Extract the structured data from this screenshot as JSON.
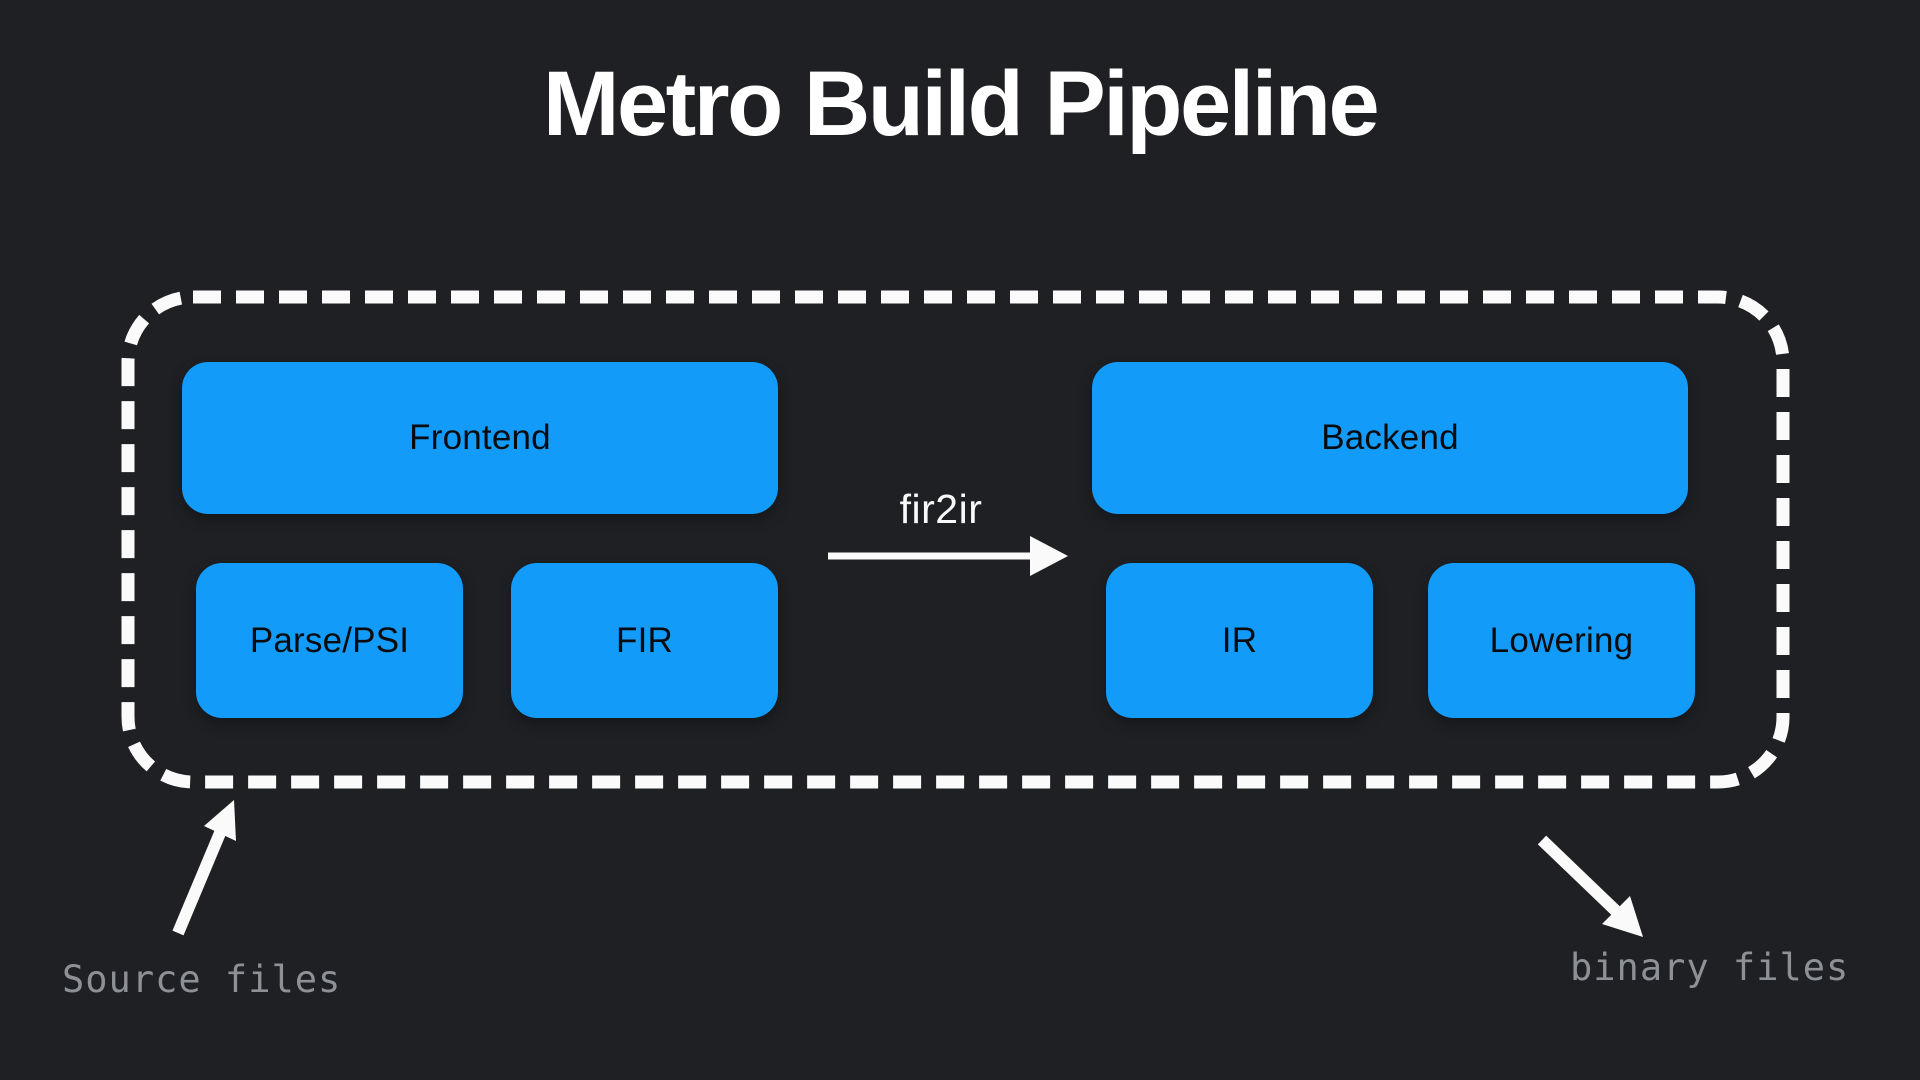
{
  "title": "Metro Build Pipeline",
  "colors": {
    "background": "#1e2024",
    "node_fill": "#129bf9",
    "node_text": "#0a0b0d",
    "stroke_white": "#fafafa",
    "annotation_text": "#8d9095"
  },
  "diagram": {
    "boundary": {
      "description": "dashed rounded rectangle enclosing both compiler stages"
    },
    "nodes": {
      "frontend": {
        "label": "Frontend"
      },
      "parse_psi": {
        "label": "Parse/PSI"
      },
      "fir": {
        "label": "FIR"
      },
      "backend": {
        "label": "Backend"
      },
      "ir": {
        "label": "IR"
      },
      "lowering": {
        "label": "Lowering"
      }
    },
    "edge": {
      "label": "fir2ir",
      "from": "Frontend",
      "to": "Backend"
    },
    "annotations": {
      "source": {
        "label": "Source files",
        "arrow": "points up-right into boundary"
      },
      "binary": {
        "label": "binary files",
        "arrow": "points down-right out of boundary"
      }
    }
  }
}
